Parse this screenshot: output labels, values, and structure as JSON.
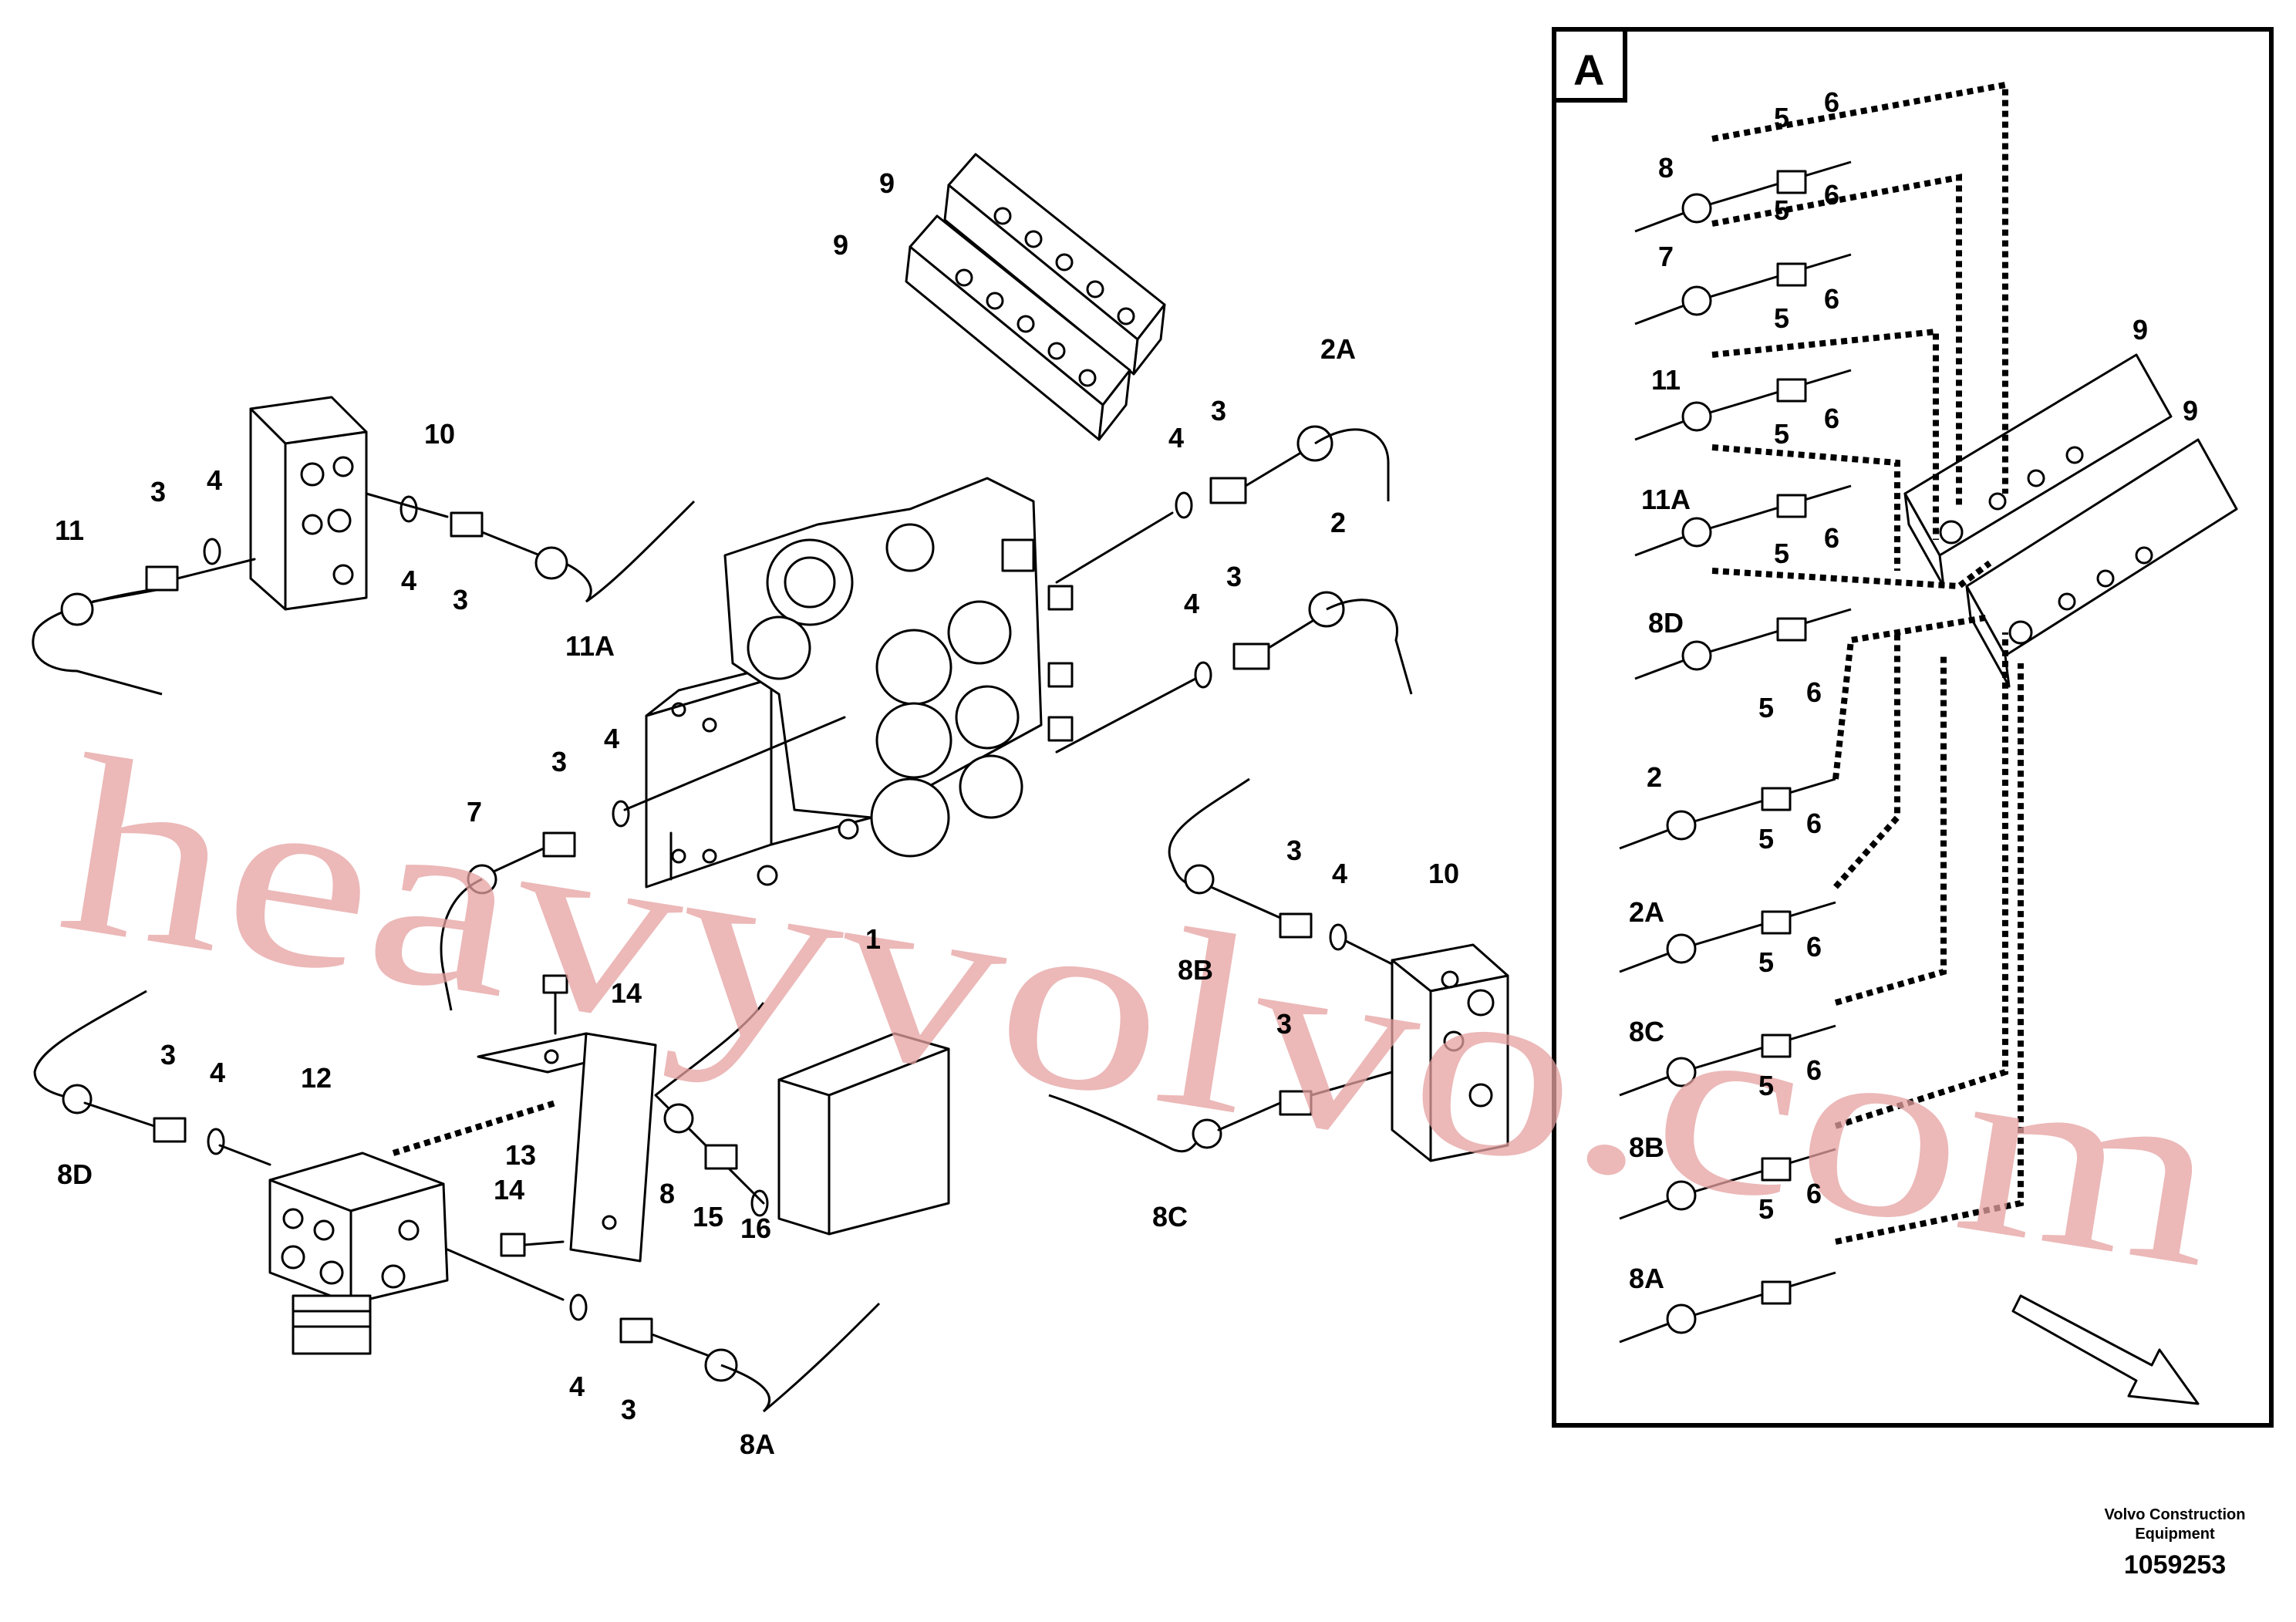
{
  "detail_view": {
    "letter": "A"
  },
  "branding": {
    "line1": "Volvo Construction",
    "line2": "Equipment",
    "document_number": "1059253"
  },
  "watermark": {
    "text": "heavyvolvo.com"
  },
  "callouts_main": [
    "9",
    "9",
    "10",
    "11",
    "3",
    "4",
    "4",
    "3",
    "11A",
    "2A",
    "4",
    "3",
    "2",
    "4",
    "3",
    "4",
    "3",
    "7",
    "1",
    "14",
    "3",
    "4",
    "10",
    "8B",
    "3",
    "8C",
    "12",
    "3",
    "4",
    "8D",
    "13",
    "8",
    "15",
    "16",
    "14",
    "4",
    "3",
    "8A"
  ],
  "callouts_detail": [
    "8",
    "5",
    "6",
    "7",
    "5",
    "6",
    "11",
    "5",
    "6",
    "11A",
    "5",
    "6",
    "8D",
    "5",
    "6",
    "2",
    "5",
    "6",
    "2A",
    "5",
    "6",
    "8C",
    "5",
    "6",
    "8B",
    "5",
    "6",
    "8A",
    "5",
    "6",
    "9",
    "9"
  ]
}
